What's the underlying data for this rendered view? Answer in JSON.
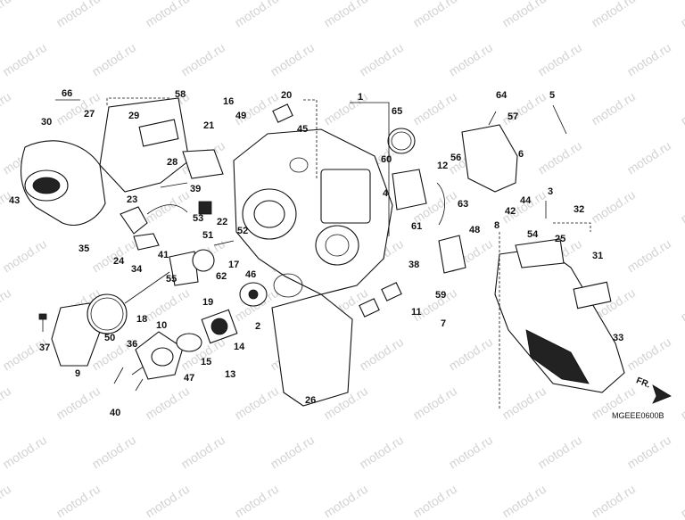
{
  "watermark": "motod.ru",
  "diagram_code": "MGEEE0600B",
  "front_arrow_label": "FR.",
  "callouts": [
    "1",
    "2",
    "3",
    "4",
    "5",
    "6",
    "7",
    "8",
    "9",
    "10",
    "11",
    "12",
    "13",
    "14",
    "15",
    "16",
    "17",
    "18",
    "19",
    "20",
    "21",
    "22",
    "23",
    "24",
    "25",
    "26",
    "27",
    "28",
    "29",
    "30",
    "31",
    "32",
    "33",
    "34",
    "35",
    "36",
    "37",
    "38",
    "39",
    "40",
    "41",
    "42",
    "43",
    "44",
    "45",
    "46",
    "47",
    "48",
    "49",
    "50",
    "51",
    "52",
    "53",
    "54",
    "55",
    "56",
    "57",
    "58",
    "59",
    "60",
    "61",
    "62",
    "63",
    "64",
    "65",
    "66"
  ]
}
